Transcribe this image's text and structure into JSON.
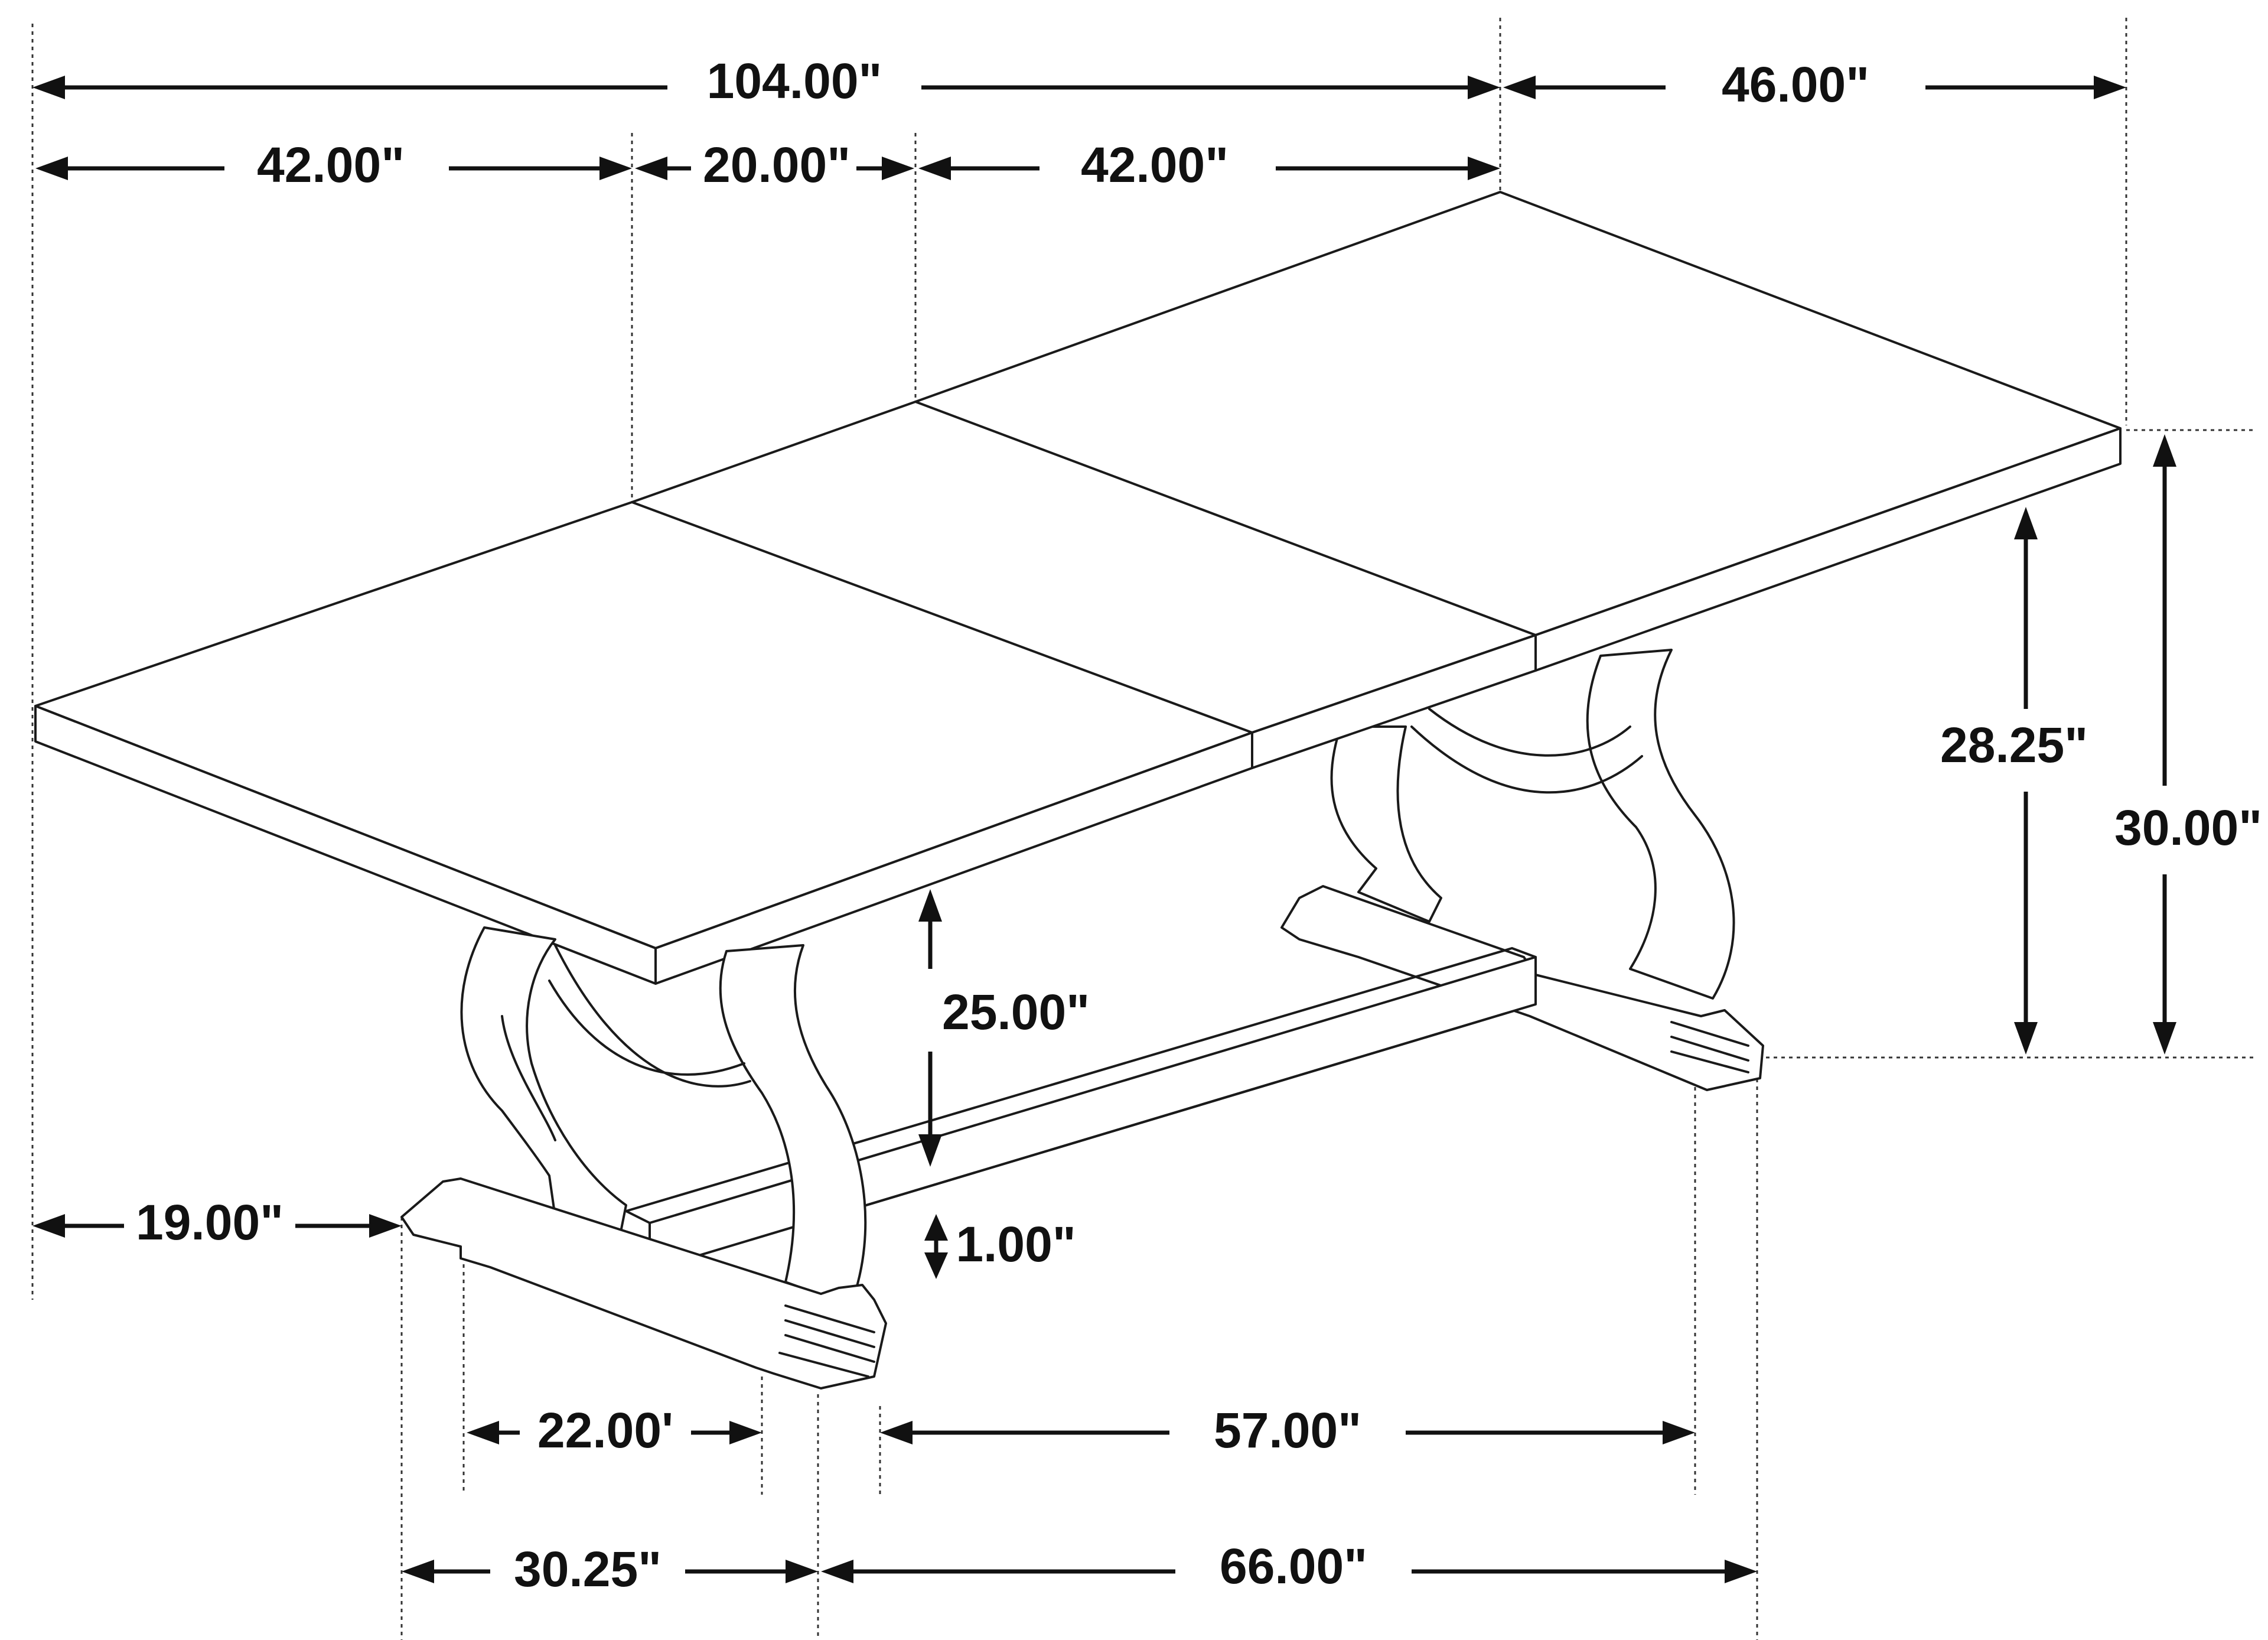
{
  "dimensions": {
    "overall_length": "104.00\"",
    "depth": "46.00\"",
    "left_leaf": "42.00\"",
    "center_leaf": "20.00\"",
    "right_leaf": "42.00\"",
    "apron_height": "28.25\"",
    "overall_height": "30.00\"",
    "clearance_height": "25.00\"",
    "stretcher_height": "1.00\"",
    "overhang": "19.00\"",
    "foot_inner": "22.00'",
    "between_feet": "57.00\"",
    "foot_width": "30.25\"",
    "base_length": "66.00\""
  },
  "colors": {
    "line": "#1a1a1a",
    "background": "#ffffff"
  }
}
